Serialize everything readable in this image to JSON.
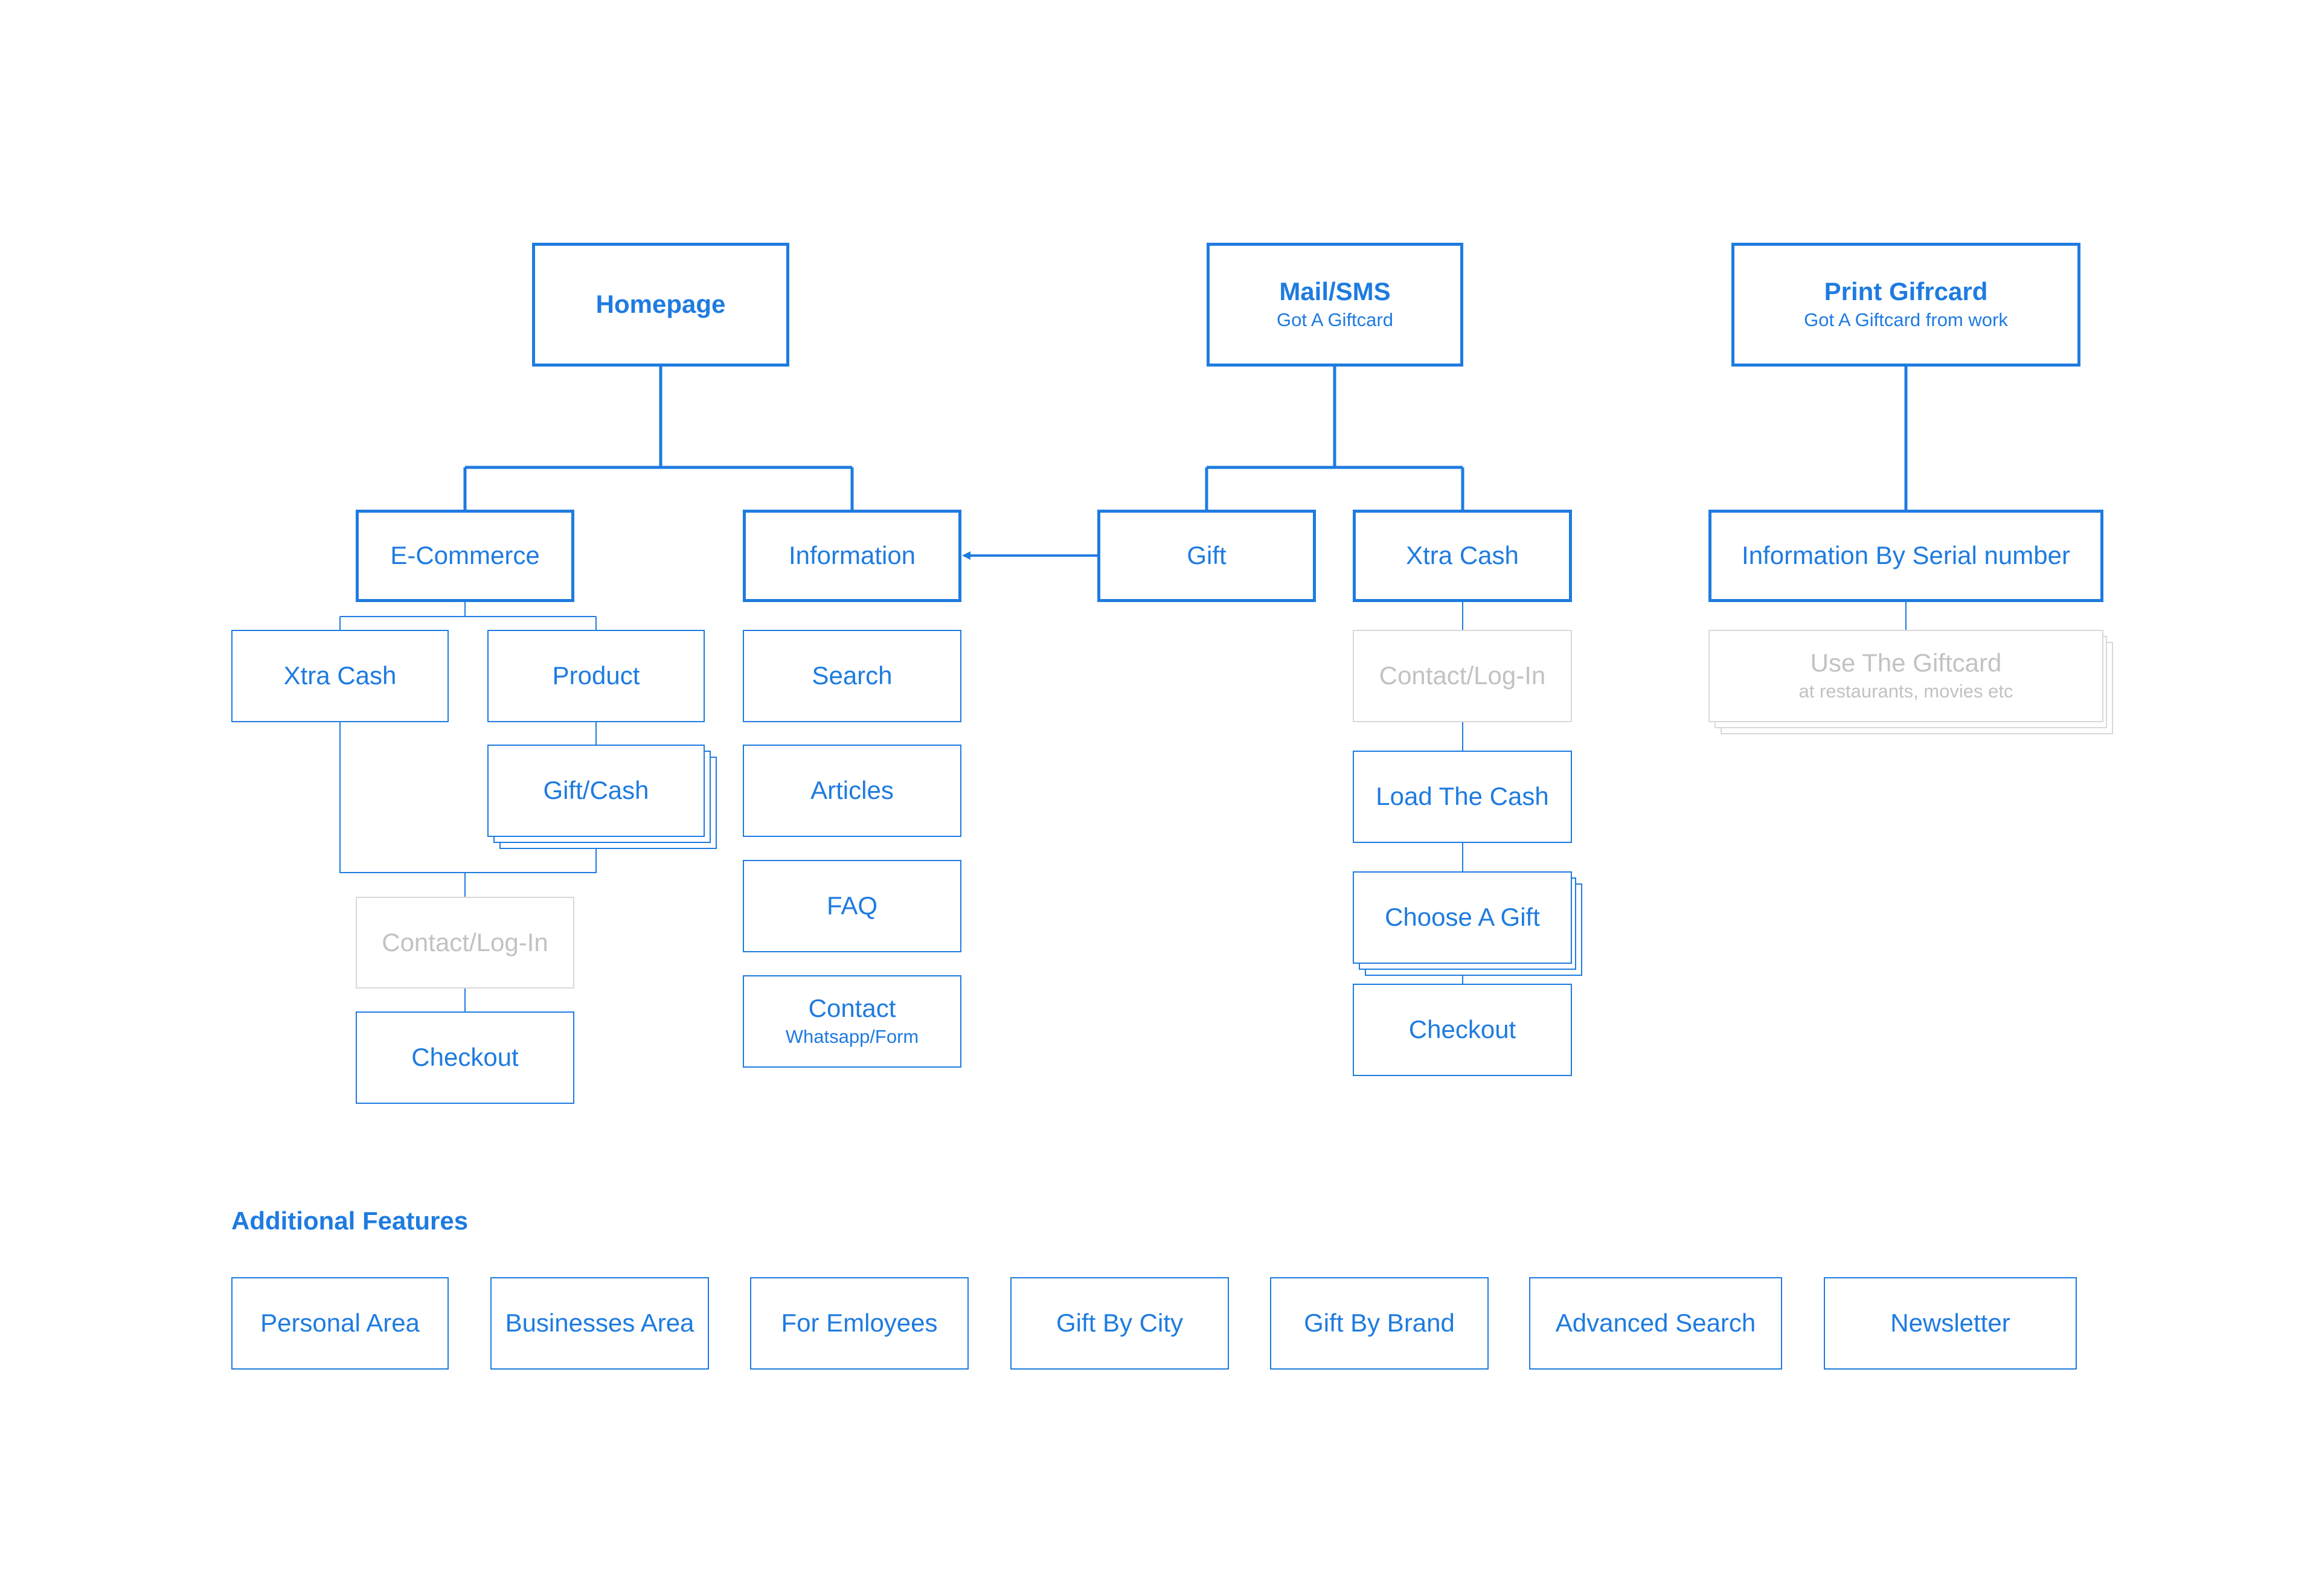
{
  "colors": {
    "accent": "#1e7be0",
    "faded_border": "#d8d8d8",
    "faded_text": "#c2c2c2"
  },
  "roots": {
    "homepage": {
      "title": "Homepage"
    },
    "mail_sms": {
      "title": "Mail/SMS",
      "subtitle": "Got A Giftcard"
    },
    "print_giftcard": {
      "title": "Print Gifrcard",
      "subtitle": "Got A Giftcard from work"
    }
  },
  "homepage_branch": {
    "ecommerce": "E-Commerce",
    "information": "Information",
    "xtra_cash": "Xtra Cash",
    "product": "Product",
    "gift_cash": "Gift/Cash",
    "contact_login": "Contact/Log-In",
    "checkout": "Checkout",
    "search": "Search",
    "articles": "Articles",
    "faq": "FAQ",
    "contact": {
      "title": "Contact",
      "subtitle": "Whatsapp/Form"
    }
  },
  "mail_branch": {
    "gift": "Gift",
    "xtra_cash": "Xtra Cash",
    "contact_login": "Contact/Log-In",
    "load_cash": "Load The Cash",
    "choose_gift": "Choose A Gift",
    "checkout": "Checkout"
  },
  "print_branch": {
    "info_serial": "Information By Serial number",
    "use_giftcard": {
      "title": "Use The Giftcard",
      "subtitle": "at restaurants, movies etc"
    }
  },
  "additional": {
    "title": "Additional Features",
    "items": [
      "Personal Area",
      "Businesses Area",
      "For Emloyees",
      "Gift By City",
      "Gift By Brand",
      "Advanced Search",
      "Newsletter"
    ]
  }
}
